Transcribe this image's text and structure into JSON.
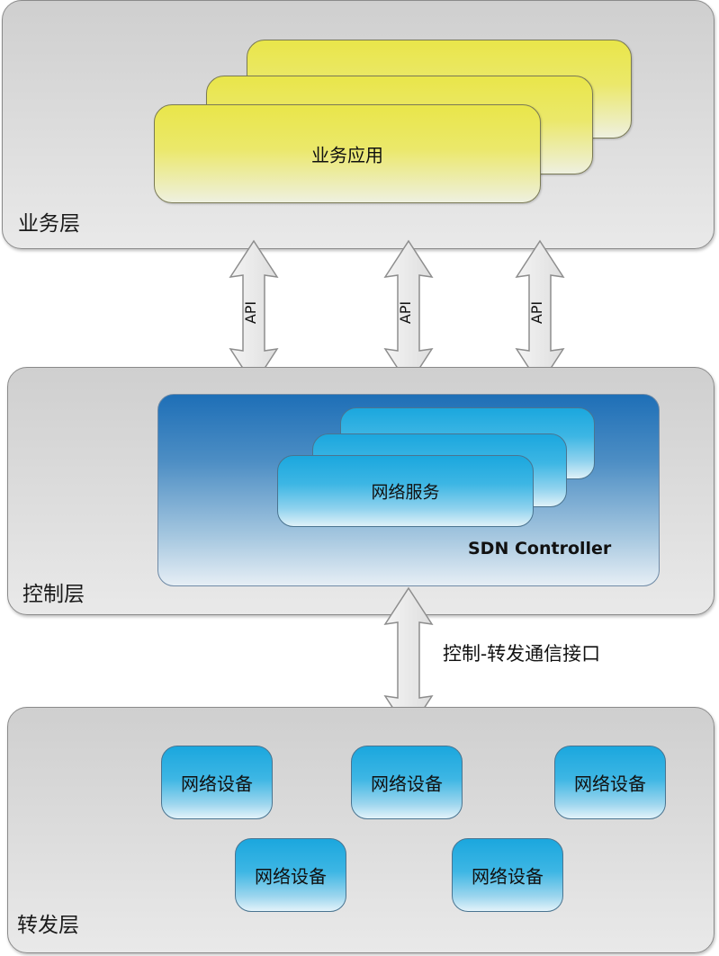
{
  "layers": {
    "business": {
      "label": "业务层",
      "app_label": "业务应用"
    },
    "control": {
      "label": "控制层",
      "controller_label": "SDN Controller",
      "service_label": "网络服务"
    },
    "forwarding": {
      "label": "转发层",
      "devices": [
        "网络设备",
        "网络设备",
        "网络设备",
        "网络设备",
        "网络设备"
      ]
    }
  },
  "arrows": {
    "api": [
      "API",
      "API",
      "API"
    ],
    "southbound_label": "控制-转发通信接口"
  },
  "colors": {
    "layer_bg": "#dcdcdc",
    "app_yellow": "#e9e64a",
    "controller_blue": "#1e6fb7",
    "service_cyan": "#1ba7de"
  }
}
